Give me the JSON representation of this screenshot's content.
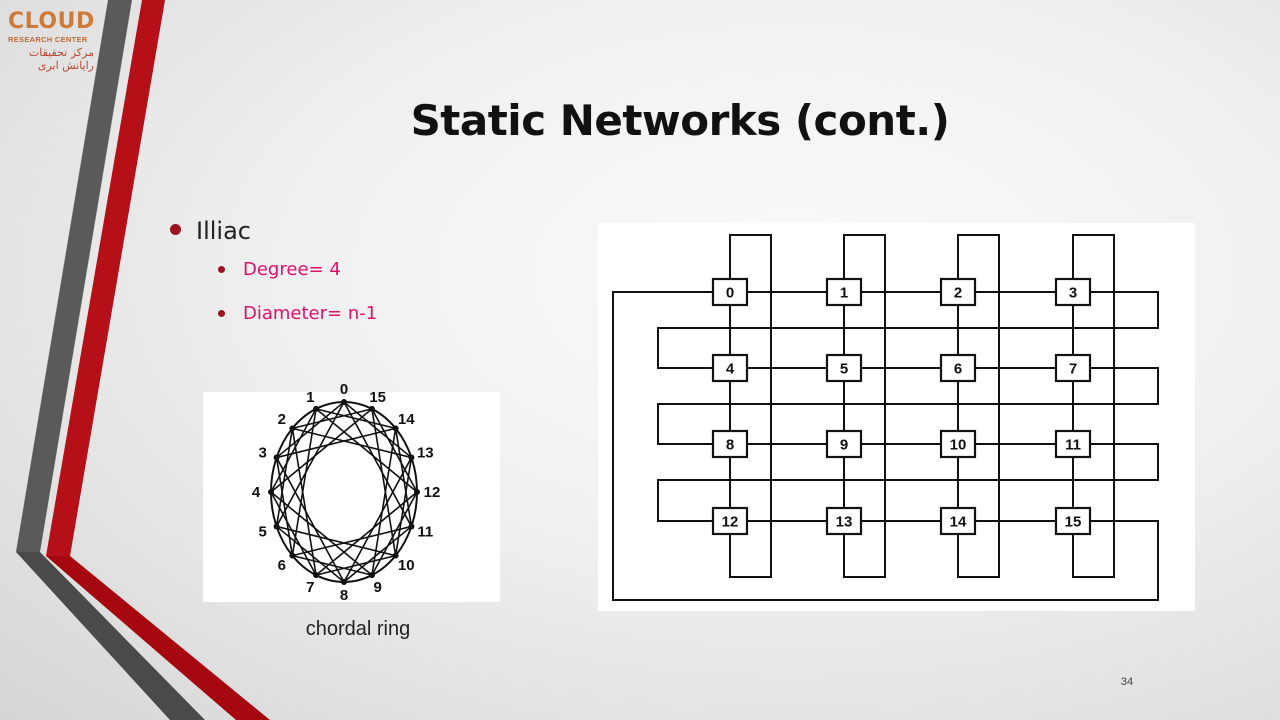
{
  "slide": {
    "title": "Static Networks (cont.)",
    "page_number": "34",
    "colors": {
      "accent_red": "#b50f17",
      "stripe_gray": "#555555",
      "sub_bullet_text": "#e0106a"
    }
  },
  "logo": {
    "brand": "CLOUD",
    "subtitle": "RESEARCH CENTER",
    "persian_text": "مرکز تحقیقات رایانش ابری"
  },
  "bullets": {
    "main": "Illiac",
    "sub": [
      "Degree= 4",
      "Diameter= n-1"
    ]
  },
  "chordal_ring": {
    "caption": "chordal ring",
    "node_labels": [
      "0",
      "1",
      "2",
      "3",
      "4",
      "5",
      "6",
      "7",
      "8",
      "9",
      "10",
      "11",
      "12",
      "13",
      "14",
      "15"
    ]
  },
  "illiac_mesh": {
    "node_labels": [
      "0",
      "1",
      "2",
      "3",
      "4",
      "5",
      "6",
      "7",
      "8",
      "9",
      "10",
      "11",
      "12",
      "13",
      "14",
      "15"
    ]
  }
}
